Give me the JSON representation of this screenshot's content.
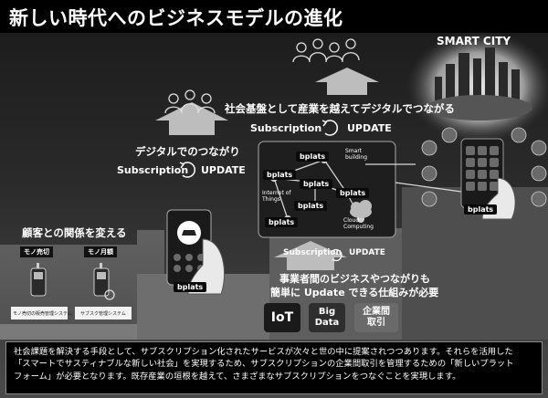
{
  "title": "新しい時代へのビジネスモデルの進化",
  "smart_city": "SMART CITY",
  "stage1": {
    "heading": "顧客との関係を変える",
    "tag_sell": "モノ売切",
    "tag_month": "モノ月額",
    "caption_sell": "モノ売切の販売管理システム",
    "caption_sub": "サブスク管理システム"
  },
  "stage2": {
    "heading": "デジタルでのつながり",
    "subscription": "Subscription",
    "update": "UPDATE",
    "bplats": "bplats"
  },
  "stage3": {
    "heading": "社会基盤として産業を越えてデジタルでつながる",
    "subscription": "Subscription",
    "update": "UPDATE",
    "nodes": {
      "smart_building_line1": "Smart",
      "smart_building_line2": "building",
      "iot_line1": "Internet of",
      "iot_line2": "Things",
      "cloud_line1": "Cloud",
      "cloud_line2": "Computing"
    },
    "bplats": "bplats",
    "sub_bottom": "Subscription",
    "update_bottom": "UPDATE",
    "caption_line1": "事業者間のビジネスやつながりも",
    "caption_line2": "簡単に Update できる仕組みが必要",
    "badges": {
      "iot": "IoT",
      "big_data_line1": "Big",
      "big_data_line2": "Data",
      "b2b_line1": "企業間",
      "b2b_line2": "取引"
    }
  },
  "stage4": {
    "bplats": "bplats"
  },
  "footer": {
    "line1": "社会課題を解決する手段として、サブスクリプション化されたサービスが次々と世の中に提案されつつあります。それらを活用した",
    "line2": "「スマートでサスティナブルな新しい社会」を実現するため、サブスクリプションの企業間取引を管理するための「新しいプラット",
    "line3": "フォーム」が必要となります。既存産業の垣根を越えて、さまざまなサブスクリプションをつなぐことを実現します。"
  },
  "colors": {
    "badge_iot": "#1a1a1a",
    "badge_bigdata": "#2e2e2e",
    "badge_b2b": "#6a6a6a",
    "step": "#8a8a8a",
    "arrow": "#bdbdbd"
  }
}
